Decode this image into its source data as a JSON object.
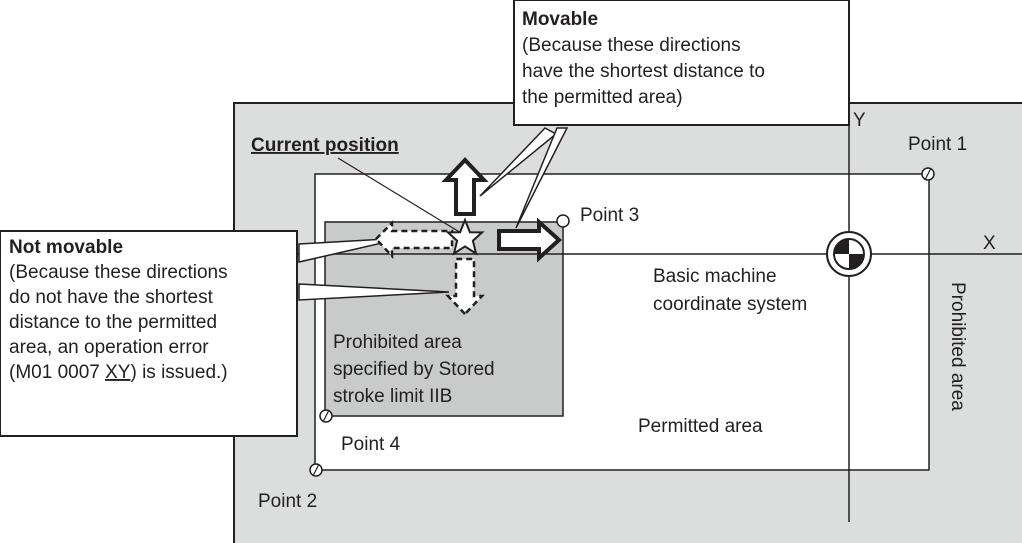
{
  "labels": {
    "movable_title": "Movable",
    "movable_line1": "(Because these directions",
    "movable_line2": "have the shortest distance to",
    "movable_line3": "the permitted area)",
    "current_position": "Current position",
    "not_movable_title": "Not movable",
    "not_movable_line1": "(Because these directions",
    "not_movable_line2": "do not have the shortest",
    "not_movable_line3": "distance to the permitted",
    "not_movable_line4": "area, an operation error",
    "not_movable_line5_a": "(M01 0007 ",
    "not_movable_line5_b": "XY",
    "not_movable_line5_c": ") is issued.)",
    "point1": "Point 1",
    "point2": "Point 2",
    "point3": "Point 3",
    "point4": "Point 4",
    "axis_x": "X",
    "axis_y": "Y",
    "basic_machine_1": "Basic machine",
    "basic_machine_2": "coordinate system",
    "prohibited_iib_1": "Prohibited area",
    "prohibited_iib_2": "specified by Stored",
    "prohibited_iib_3": "stroke limit IIB",
    "permitted_area": "Permitted area",
    "prohibited_area": "Prohibited area"
  },
  "colors": {
    "outer_prohibited": "#dcdddd",
    "permitted": "#ffffff",
    "prohibited_iib": "#c9caca",
    "stroke": "#231f20"
  }
}
